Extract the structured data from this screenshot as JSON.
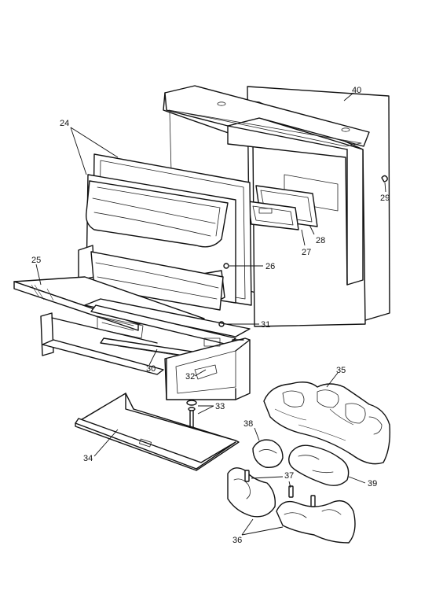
{
  "callouts": {
    "c24": "24",
    "c25": "25",
    "c26": "26",
    "c27": "27",
    "c28": "28",
    "c29": "29",
    "c30": "30",
    "c31": "31",
    "c32": "32",
    "c33": "33",
    "c34": "34",
    "c35": "35",
    "c36": "36",
    "c37": "37",
    "c38": "38",
    "c39": "39",
    "c40": "40"
  }
}
